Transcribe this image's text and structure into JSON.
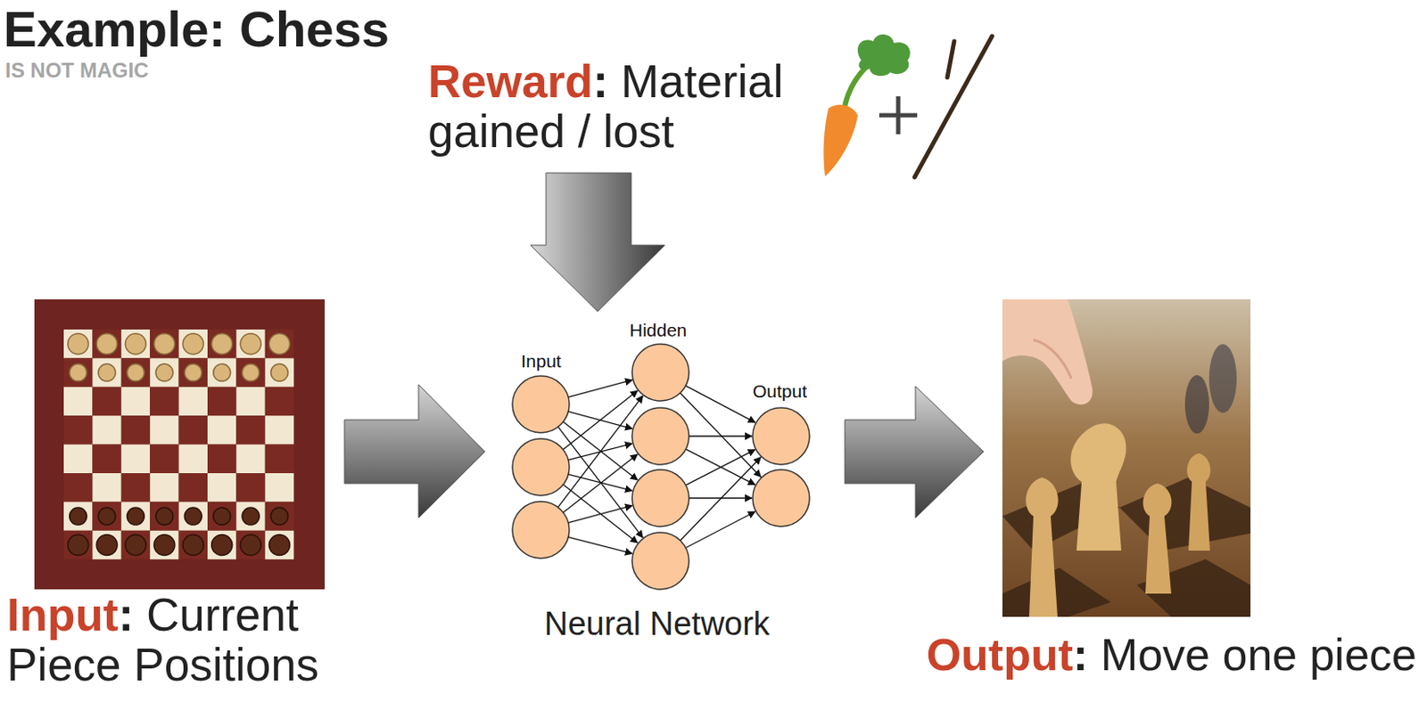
{
  "diagram": {
    "title": "Example: Chess",
    "labels": [
      "IS NOT MAGIC",
      "Reward",
      ":",
      "Material gained / lost",
      "Input",
      "Hidden",
      "Output",
      "Neural Network",
      "Input",
      ":",
      "Current Piece Positions",
      "Output",
      ":",
      "Move one piece"
    ]
  }
}
